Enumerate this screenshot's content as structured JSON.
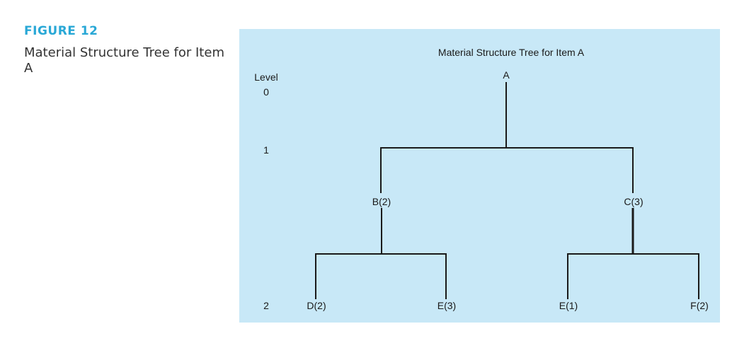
{
  "figure": {
    "label": "FIGURE 12",
    "title": "Material Structure Tree for Item A"
  },
  "diagram": {
    "title": "Material Structure Tree for Item A",
    "level_header": "Level",
    "levels": [
      "0",
      "1",
      "2"
    ],
    "nodes": {
      "a": "A",
      "b": "B(2)",
      "c": "C(3)",
      "d": "D(2)",
      "e_left": "E(3)",
      "e_right": "E(1)",
      "f": "F(2)"
    }
  }
}
